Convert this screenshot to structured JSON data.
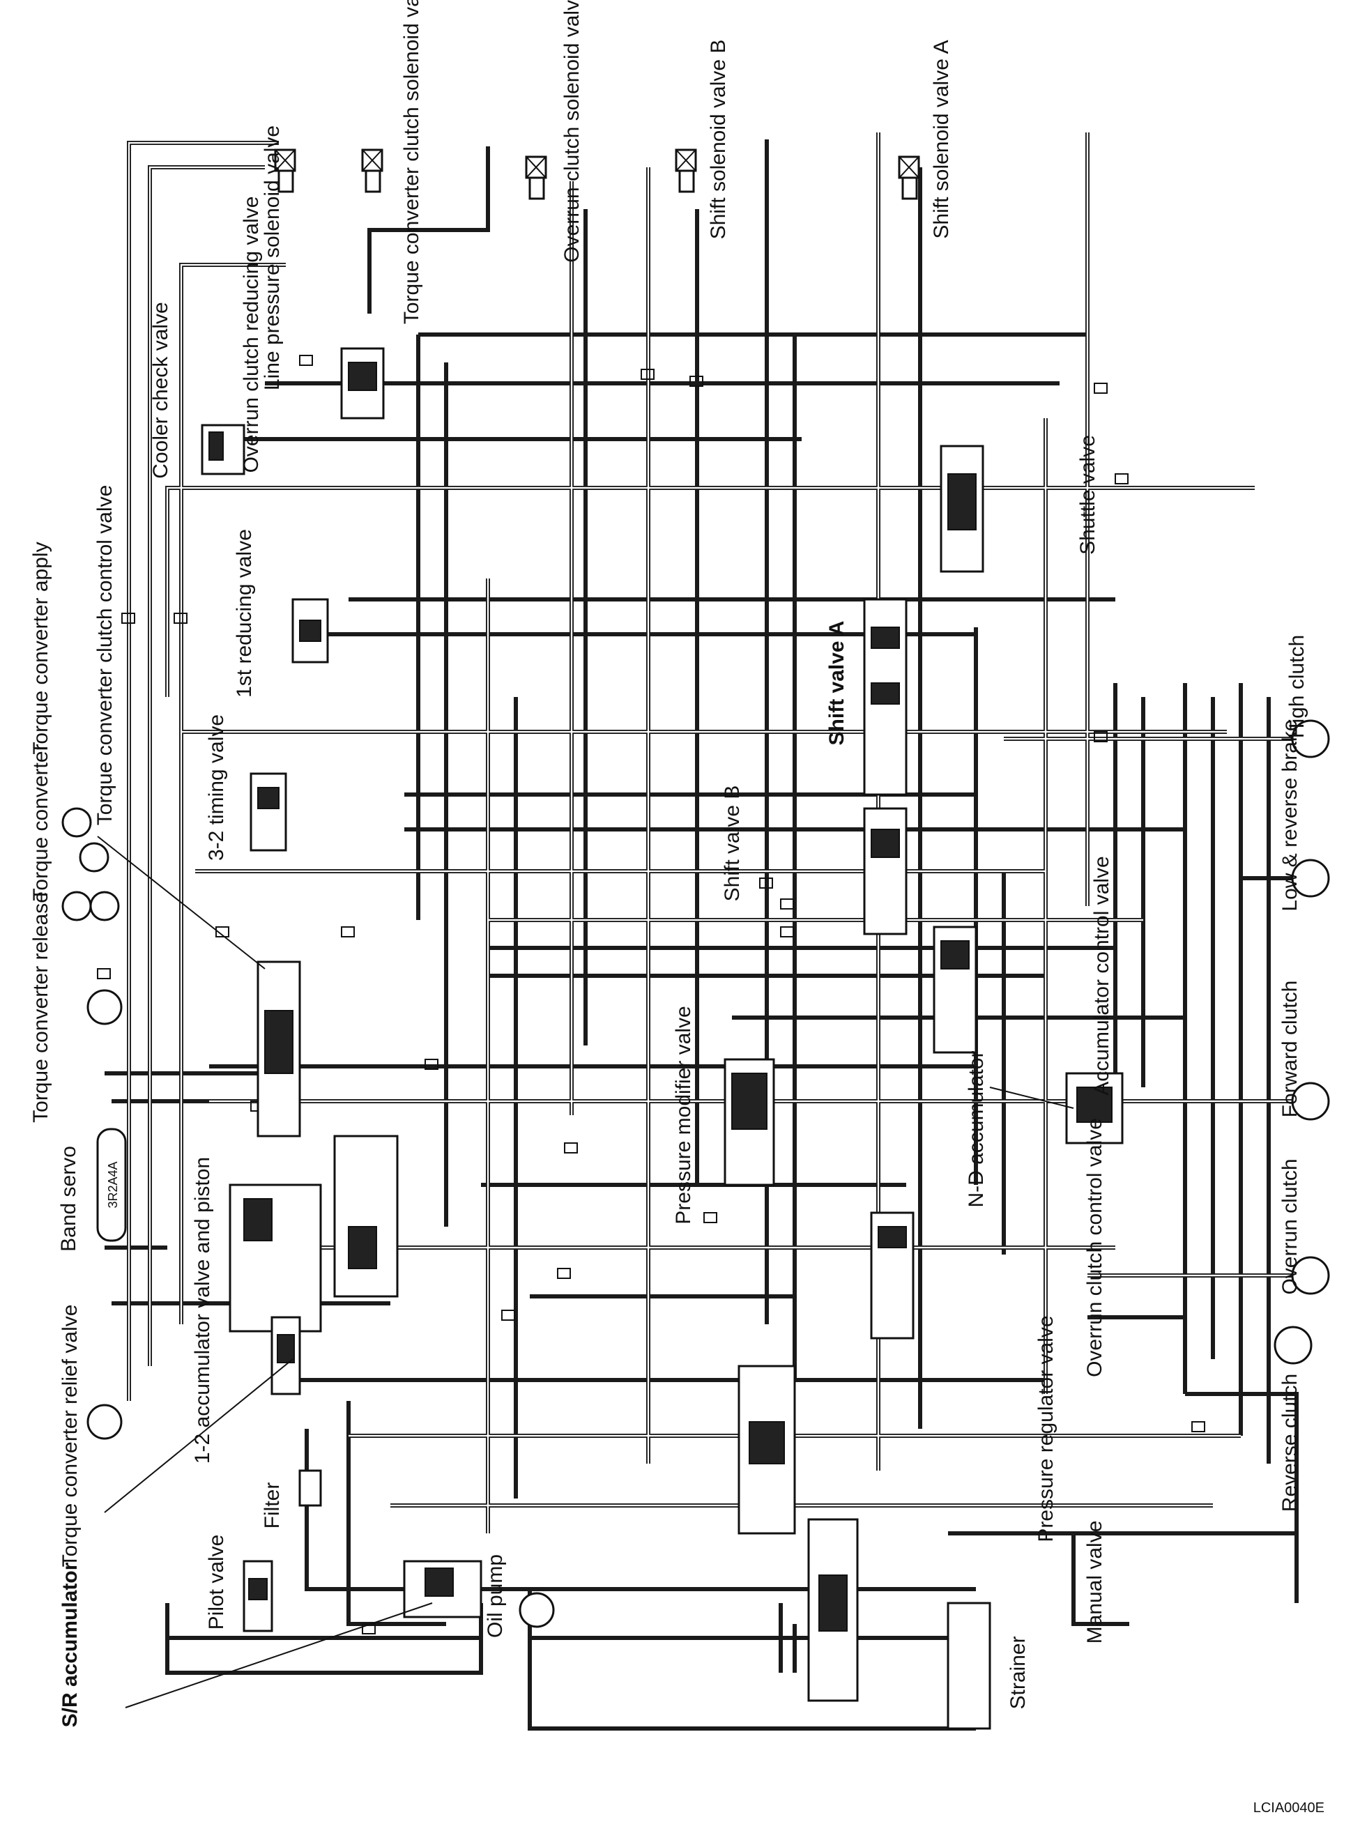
{
  "labels": {
    "band_servo": "Band servo",
    "band_servo_ports": "3R2A4A",
    "torque_converter_release": "Torque converter release",
    "torque_converter": "Torque converter",
    "torque_converter_apply": "Torque converter apply",
    "torque_converter_clutch_control_valve": "Torque converter clutch control valve",
    "torque_converter_relief_valve": "Torque converter relief valve",
    "sr_accumulator": "S/R accumulator",
    "oil_pump": "Oil pump",
    "strainer": "Strainer",
    "pilot_valve": "Pilot valve",
    "filter": "Filter",
    "one_two_accumulator": "1-2 accumulator valve and piston",
    "three_two_timing_valve": "3-2 timing valve",
    "first_reducing_valve": "1st reducing valve",
    "cooler_check_valve": "Cooler check valve",
    "overrun_clutch_reducing_valve": "Overrun clutch reducing valve",
    "line_pressure_solenoid_valve": "Line pressure solenoid valve",
    "torque_converter_clutch_solenoid_valve": "Torque converter clutch solenoid valve",
    "overrun_clutch_solenoid_valve": "Overrun clutch solenoid valve",
    "shift_solenoid_valve_b": "Shift solenoid valve B",
    "shift_solenoid_valve_a": "Shift solenoid valve A",
    "shift_valve_a": "Shift valve A",
    "shift_valve_b": "Shift valve B",
    "shuttle_valve": "Shuttle valve",
    "accumulator_control_valve": "Accumulator control valve",
    "pressure_modifier_valve": "Pressure modifier valve",
    "nd_accumulator": "N-D accumulator",
    "overrun_clutch_control_valve": "Overrun clutch control valve",
    "pressure_regulator_valve": "Pressure regulator valve",
    "manual_valve": "Manual valve",
    "high_clutch": "High clutch",
    "low_reverse_brake": "Low & reverse brake",
    "forward_clutch": "Forward clutch",
    "overrun_clutch": "Overrun clutch",
    "reverse_clutch": "Reverse clutch",
    "reference_code": "LCIA0040E"
  }
}
